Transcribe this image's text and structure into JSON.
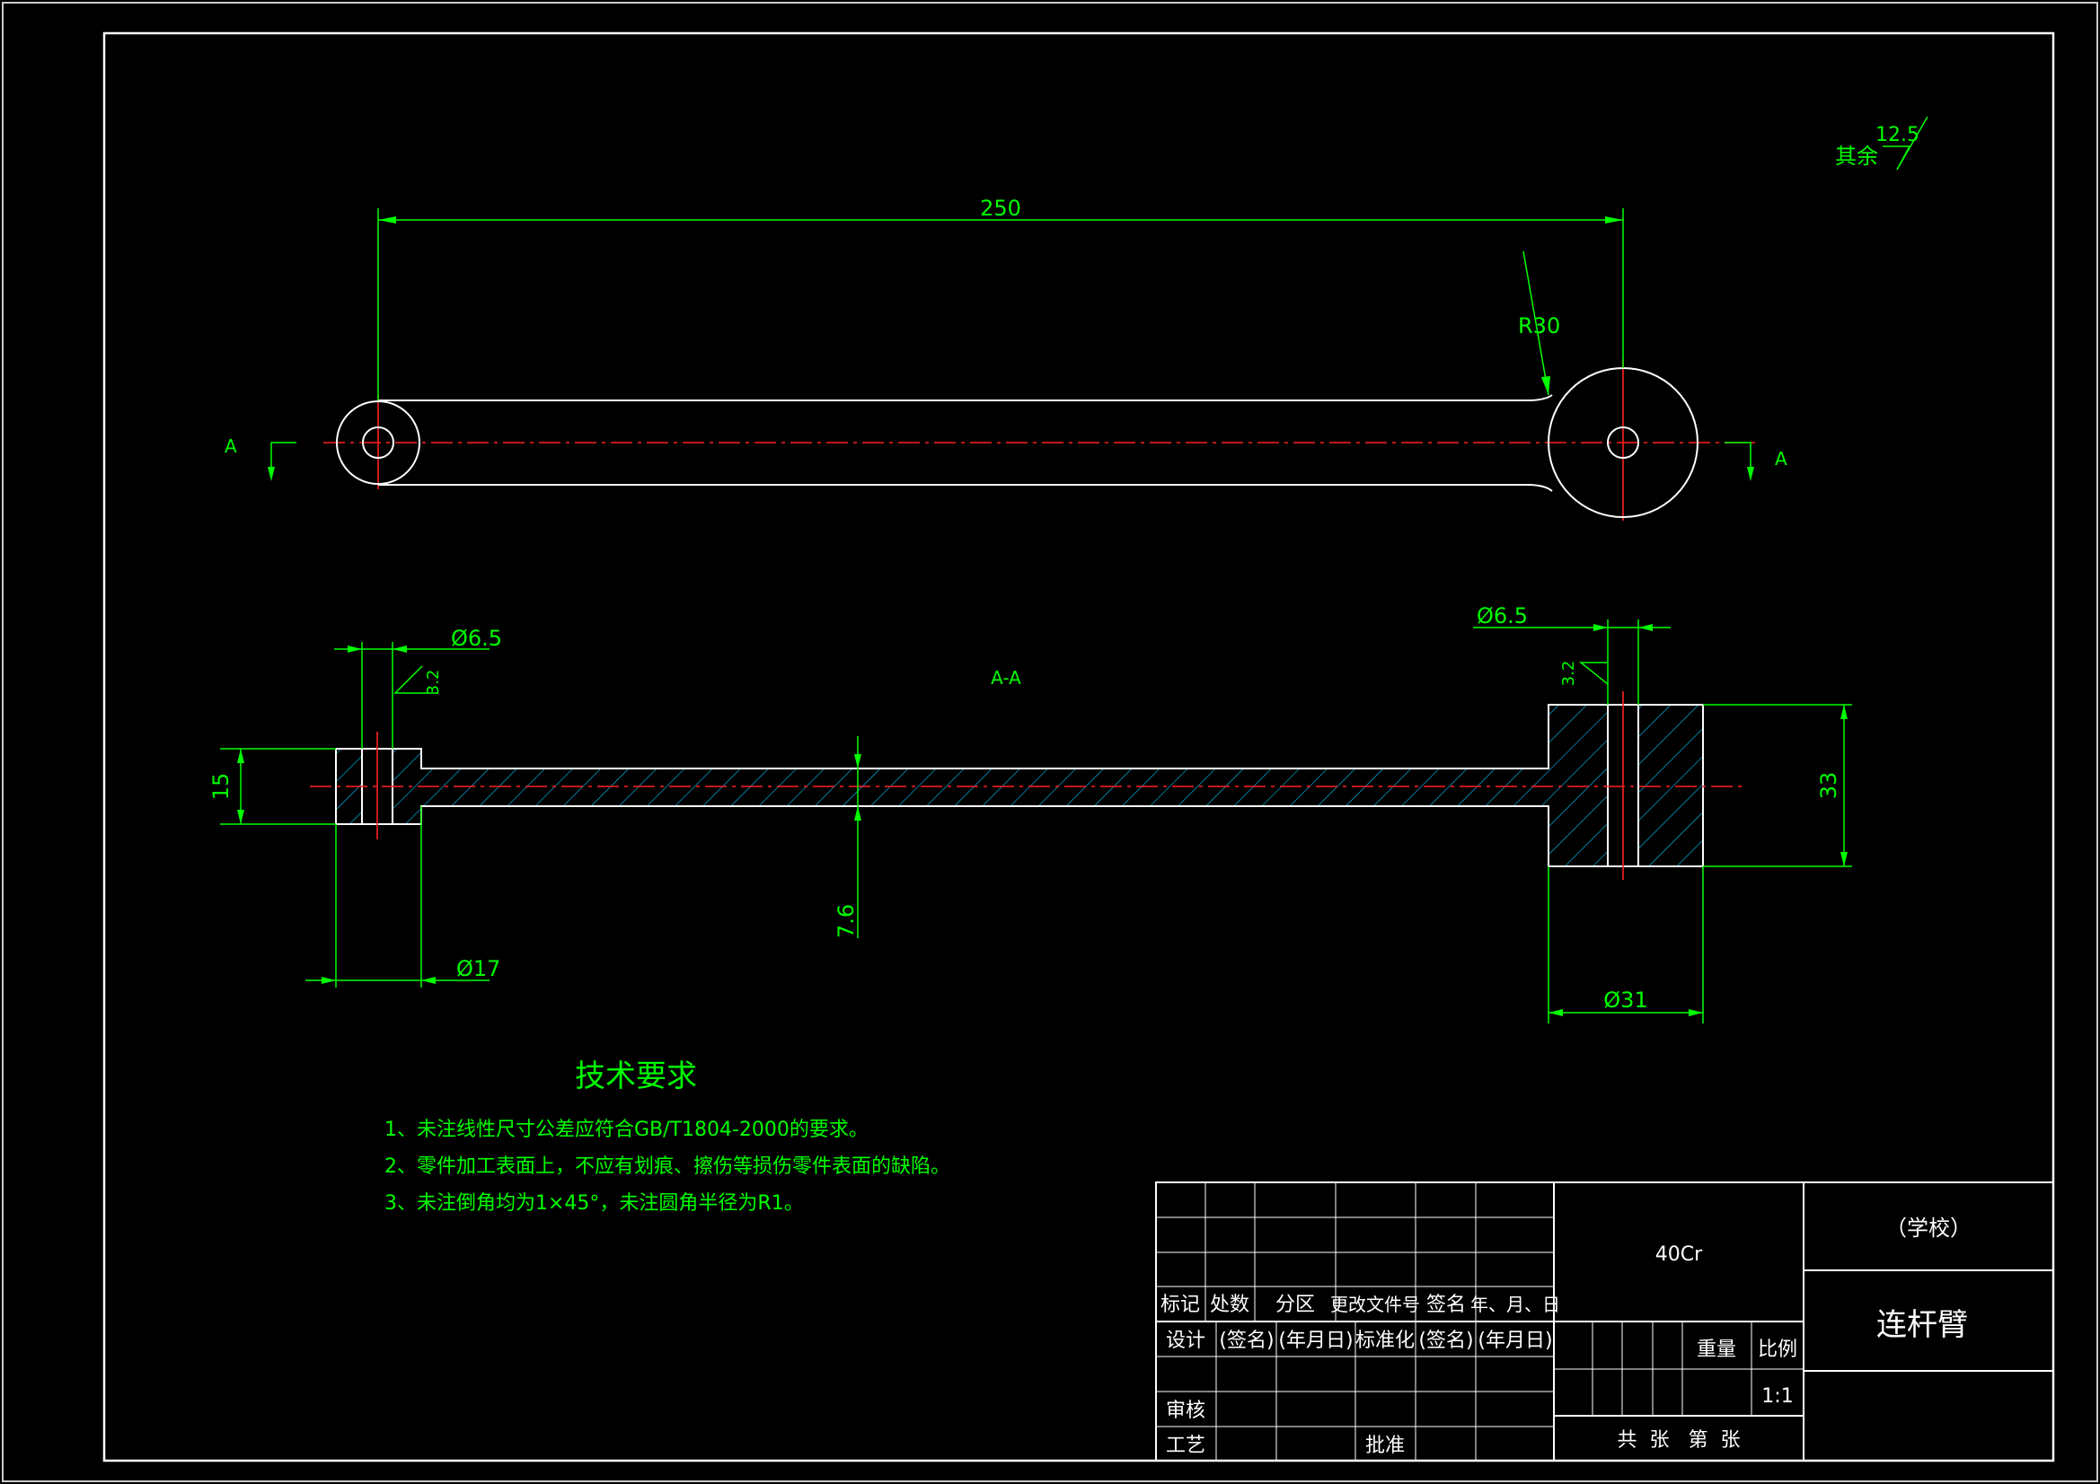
{
  "dimensions": {
    "length": "250",
    "radius": "R30",
    "hole_left": "Ø6.5",
    "hole_right": "Ø6.5",
    "thickness_left": "15",
    "thickness_right": "33",
    "web": "7.6",
    "dia_left": "Ø17",
    "dia_right": "Ø31"
  },
  "section_labels": {
    "cut_left": "A",
    "cut_right": "A",
    "view": "A-A"
  },
  "surface_finish": {
    "other_label": "其余",
    "other_value": "12.5",
    "left_value": "3.2",
    "right_value": "3.2"
  },
  "tech_requirements": {
    "heading": "技术要求",
    "items": [
      "1、未注线性尺寸公差应符合GB/T1804-2000的要求。",
      "2、零件加工表面上，不应有划痕、擦伤等损伤零件表面的缺陷。",
      "3、未注倒角均为1×45°，未注圆角半径为R1。"
    ]
  },
  "title_block": {
    "material": "40Cr",
    "school": "（学校）",
    "part_name": "连杆臂",
    "header": [
      "标记",
      "处数",
      "分区",
      "更改文件号",
      "签名",
      "年、月、日"
    ],
    "design_row": [
      "设计",
      "(签名)",
      "(年月日)",
      "标准化",
      "(签名)",
      "(年月日)"
    ],
    "review": "审核",
    "process": "工艺",
    "approve": "批准",
    "weight": "重量",
    "scale_label": "比例",
    "scale_value": "1:1",
    "sheets": "共  张   第  张"
  },
  "colors": {
    "background": "#000000",
    "geometry": "#ffffff",
    "dimension": "#00ff00",
    "centerline": "#ff2020",
    "hatch": "#00c8ff"
  }
}
